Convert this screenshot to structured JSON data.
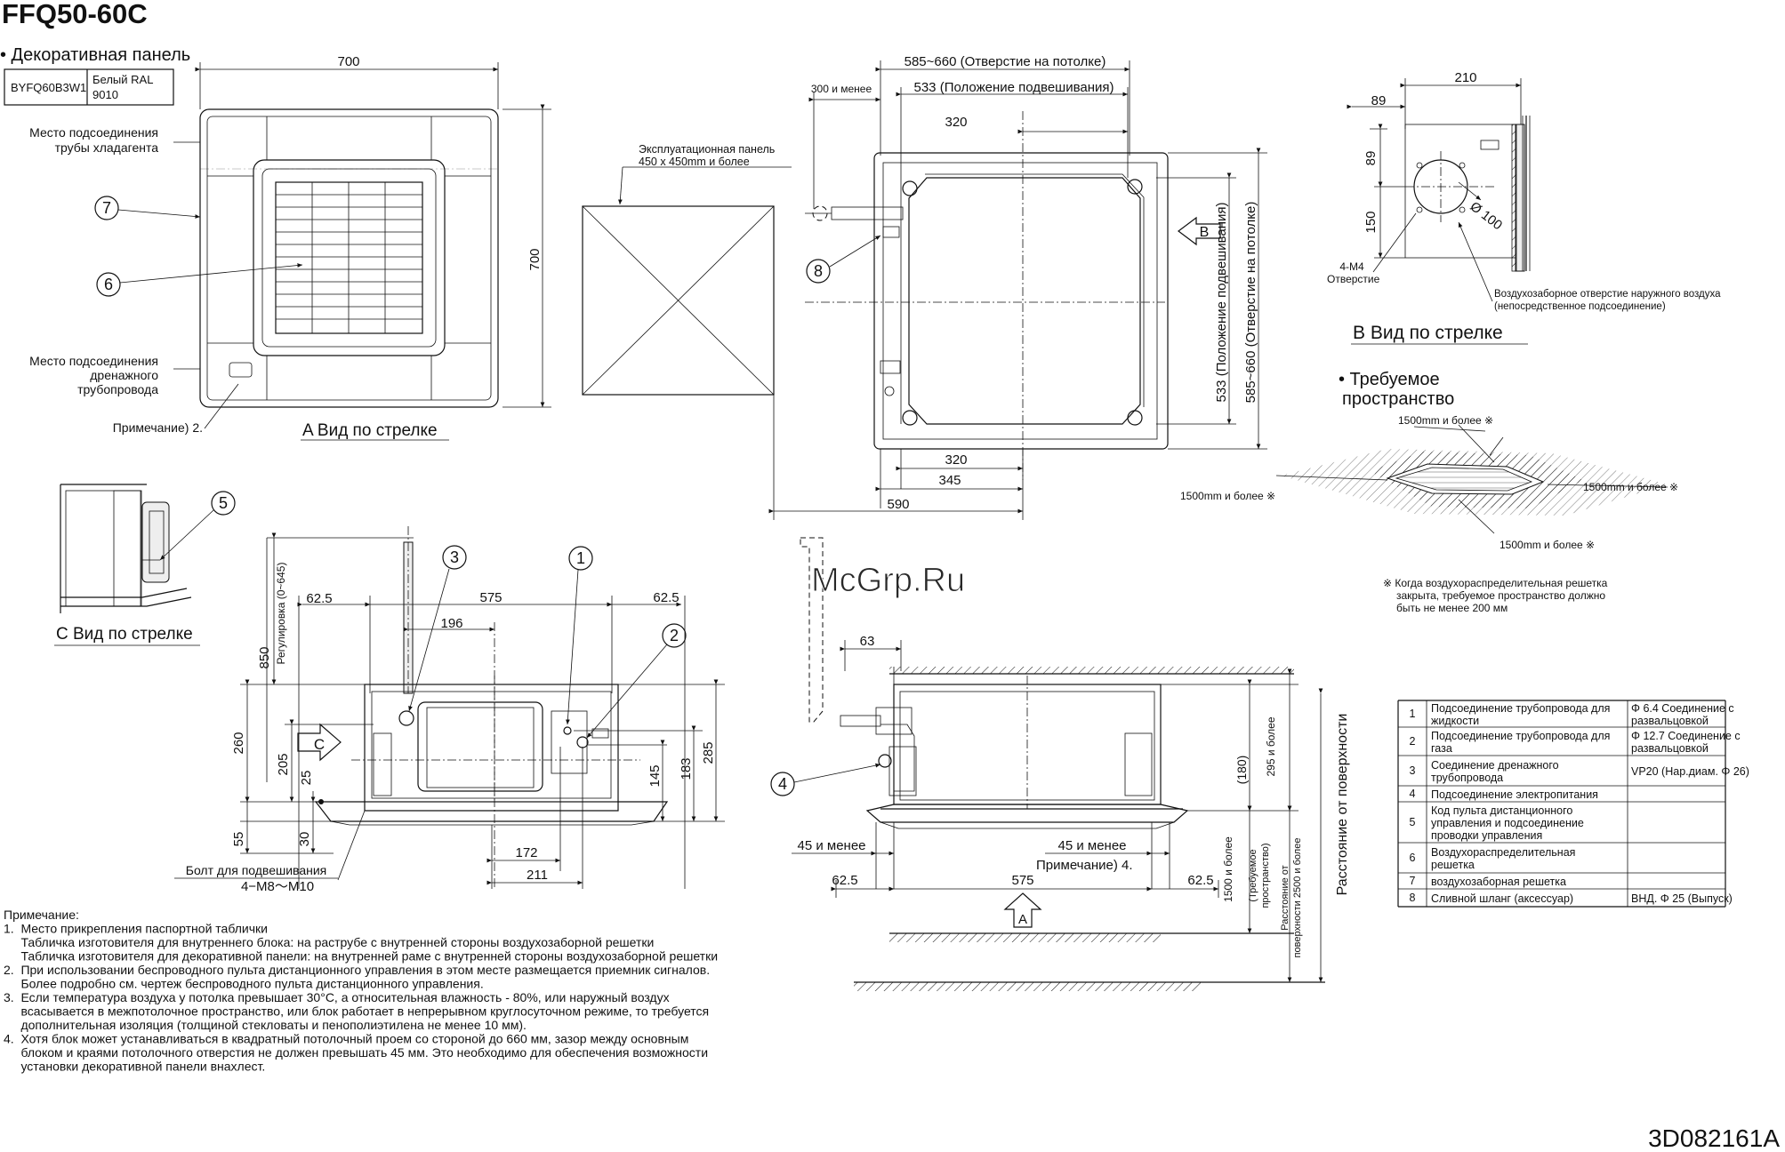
{
  "title": "FFQ50-60C",
  "doc_code": "3D082161A",
  "watermark": "McGrp.Ru",
  "panel": {
    "heading": "• Декоративная панель",
    "model": "BYFQ60B3W1",
    "color_line1": "Белый RAL",
    "color_line2": "9010",
    "refrigerant_l1": "Место подсоединения",
    "refrigerant_l2": "трубы хладагента",
    "drain_l1": "Место подсоединения",
    "drain_l2": "дренажного",
    "drain_l3": "трубопровода",
    "note2": "Примечание) 2.",
    "view_a": "A Вид по стрелке",
    "dim_700_top": "700",
    "dim_700_side": "700"
  },
  "service_panel": {
    "l1": "Эксплуатационная панель",
    "l2": "450 x 450mm и более"
  },
  "ceiling_top": {
    "opening": "585~660 (Отверстие на потолке)",
    "hang": "533 (Положение подвешивания)",
    "min300": "300 и менее",
    "d320_top": "320",
    "d320_bot": "320",
    "d345": "345",
    "d590": "590",
    "v_hang": "533 (Положение подвешивания)",
    "v_open": "585~660 (Отверстие на потолке)",
    "arrow_b": "B"
  },
  "view_b": {
    "d210": "210",
    "d89a": "89",
    "d89b": "89",
    "d150": "150",
    "dia100": "Ø 100",
    "m4_l1": "4-M4",
    "m4_l2": "Отверстие",
    "intake_l1": "Воздухозаборное отверстие наружного воздуха",
    "intake_l2": "(непосредственное подсоединение)",
    "caption": "B Вид по стрелке"
  },
  "space": {
    "heading_l1": "• Требуемое",
    "heading_l2": "пространство",
    "top": "1500mm и более ※",
    "left": "1500mm и более ※",
    "right": "1500mm и более ※",
    "bottom": "1500mm и более ※",
    "note_l1": "※ Когда воздухораспределительная решетка",
    "note_l2": "закрыта, требуемое пространство должно",
    "note_l3": "быть не менее 200 мм"
  },
  "view_c": {
    "caption": "C Вид по стрелке",
    "arrow": "C"
  },
  "front": {
    "d625a": "62.5",
    "d575": "575",
    "d625b": "62.5",
    "d196": "196",
    "d850": "850",
    "adjust": "Регулировка (0~645)",
    "d260": "260",
    "d205": "205",
    "d25": "25",
    "d55": "55",
    "d30": "30",
    "d145": "145",
    "d183": "183",
    "d285": "285",
    "d172": "172",
    "d211": "211",
    "bolt_l1": "Болт для подвешивания",
    "bolt_l2": "4−M8〜M10"
  },
  "side": {
    "d63": "63",
    "d180": "(180)",
    "d295": "295 и более",
    "min45a": "45 и менее",
    "min45b": "45 и менее",
    "note4": "Примечание) 4.",
    "d625a": "62.5",
    "d575": "575",
    "d625b": "62.5",
    "arrow_a": "A",
    "d1500": "1500 и более",
    "req_l1": "(Требуемое",
    "req_l2": "пространство)",
    "floor_l1": "Расстояние от",
    "floor_l2": "поверхности 2500 и более",
    "surface": "Расстояние от поверхности"
  },
  "callouts": [
    "1",
    "2",
    "3",
    "4",
    "5",
    "6",
    "7",
    "8"
  ],
  "parts_table": [
    {
      "no": "1",
      "name": [
        "Подсоединение трубопровода для",
        "жидкости"
      ],
      "spec": [
        "Φ 6.4 Соединение с",
        "развальцовкой"
      ]
    },
    {
      "no": "2",
      "name": [
        "Подсоединение трубопровода для",
        "газа"
      ],
      "spec": [
        "Φ 12.7 Соединение с",
        "развальцовкой"
      ]
    },
    {
      "no": "3",
      "name": [
        "Соединение дренажного",
        "трубопровода"
      ],
      "spec": [
        "VP20 (Нар.диам. Φ 26)"
      ]
    },
    {
      "no": "4",
      "name": [
        "Подсоединение электропитания"
      ],
      "spec": []
    },
    {
      "no": "5",
      "name": [
        "Код пульта дистанционного",
        "управления и подсоединение",
        "проводки управления"
      ],
      "spec": []
    },
    {
      "no": "6",
      "name": [
        "Воздухораспределительная",
        "решетка"
      ],
      "spec": []
    },
    {
      "no": "7",
      "name": [
        "воздухозаборная решетка"
      ],
      "spec": []
    },
    {
      "no": "8",
      "name": [
        "Сливной шланг (аксессуар)"
      ],
      "spec": [
        "ВНД. Φ 25 (Выпуск)"
      ]
    }
  ],
  "notes": [
    "Примечание:",
    "1.  Место прикрепления паспортной таблички",
    "     Табличка изготовителя для внутреннего блока: на раструбе с внутренней стороны воздухозаборной решетки",
    "     Табличка изготовителя для декоративной панели: на внутренней раме с внутренней стороны воздухозаборной решетки",
    "2.  При использовании беспроводного пульта дистанционного управления в этом месте размещается приемник сигналов.",
    "     Более подробно см. чертеж беспроводного пульта дистанционного управления.",
    "3.  Если температура воздуха у потолка превышает 30°C, а относительная влажность - 80%, или наружный воздух",
    "     всасывается в межпотолочное пространство, или блок работает в непрерывном круглосуточном режиме, то требуется",
    "     дополнительная изоляция (толщиной стекловаты и пенополиэтилена не менее 10 мм).",
    "4.  Хотя блок может устанавливаться в квадратный потолочный проем со стороной до 660 мм, зазор между основным",
    "     блоком и краями потолочного отверстия не должен превышать 45 мм. Это необходимо для обеспечения возможности",
    "     установки декоративной панели внахлест."
  ]
}
